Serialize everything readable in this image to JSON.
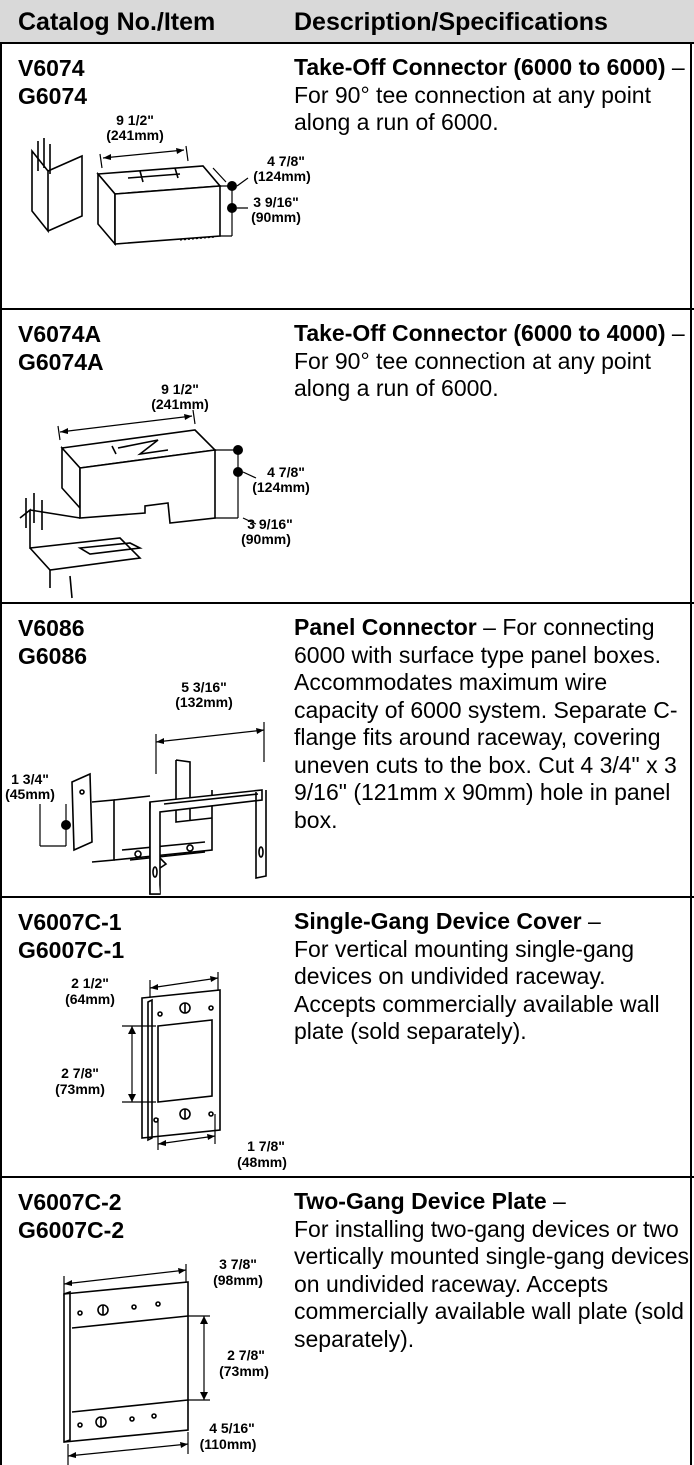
{
  "header": {
    "col1": "Catalog No./Item",
    "col2": "Description/Specifications"
  },
  "rows": [
    {
      "codes": [
        "V6074",
        "G6074"
      ],
      "title": "Take-Off Connector (6000 to 6000)",
      "dash": " –",
      "body": "For 90° tee connection at any point along a run of 6000.",
      "dims": {
        "a": "9 1/2\"",
        "a_mm": "(241mm)",
        "b": "4 7/8\"",
        "b_mm": "(124mm)",
        "c": "3 9/16\"",
        "c_mm": "(90mm)"
      }
    },
    {
      "codes": [
        "V6074A",
        "G6074A"
      ],
      "title": "Take-Off Connector (6000 to 4000)",
      "dash": " –",
      "body": "For 90° tee connection at any point along a run of 6000.",
      "dims": {
        "a": "9 1/2\"",
        "a_mm": "(241mm)",
        "b": "4 7/8\"",
        "b_mm": "(124mm)",
        "c": "3 9/16\"",
        "c_mm": "(90mm)"
      }
    },
    {
      "codes": [
        "V6086",
        "G6086"
      ],
      "title": "Panel Connector",
      "dash": "  – ",
      "body": "For connecting 6000 with surface type panel boxes. Accommodates maximum wire capacity of 6000 system. Separate C-flange fits around raceway, covering uneven cuts to the box. Cut 4 3/4\" x 3 9/16\" (121mm x 90mm) hole in panel box.",
      "dims": {
        "a": "5 3/16\"",
        "a_mm": "(132mm)",
        "b": "1 3/4\"",
        "b_mm": "(45mm)"
      }
    },
    {
      "codes": [
        "V6007C-1",
        "G6007C-1"
      ],
      "title": "Single-Gang Device Cover",
      "dash": " –",
      "body": "For vertical mounting single-gang devices on undivided raceway. Accepts commercially available wall plate (sold separately).",
      "dims": {
        "a": "2 1/2\"",
        "a_mm": "(64mm)",
        "b": "2 7/8\"",
        "b_mm": "(73mm)",
        "c": "1 7/8\"",
        "c_mm": "(48mm)"
      }
    },
    {
      "codes": [
        "V6007C-2",
        "G6007C-2"
      ],
      "title": "Two-Gang Device Plate",
      "dash": " –",
      "body": "For installing two-gang devices or two vertically mounted single-gang devices on undivided raceway. Accepts commercially available wall plate (sold separately).",
      "dims": {
        "a": "3 7/8\"",
        "a_mm": "(98mm)",
        "b": "2 7/8\"",
        "b_mm": "(73mm)",
        "c": "4 5/16\"",
        "c_mm": "(110mm)"
      }
    }
  ]
}
